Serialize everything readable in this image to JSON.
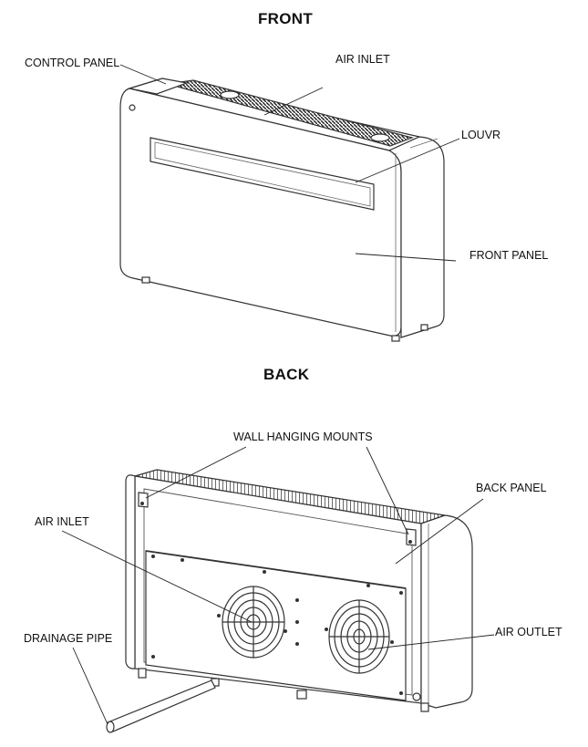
{
  "front": {
    "heading": "FRONT",
    "labels": {
      "control_panel": "CONTROL PANEL",
      "air_inlet": "AIR INLET",
      "louvr": "LOUVR",
      "front_panel": "FRONT PANEL"
    }
  },
  "back": {
    "heading": "BACK",
    "labels": {
      "wall_hanging_mounts": "WALL HANGING MOUNTS",
      "back_panel": "BACK PANEL",
      "air_inlet": "AIR INLET",
      "drainage_pipe": "DRAINAGE PIPE",
      "air_outlet": "AIR OUTLET"
    }
  },
  "colors": {
    "line": "#333333",
    "text": "#111111"
  }
}
